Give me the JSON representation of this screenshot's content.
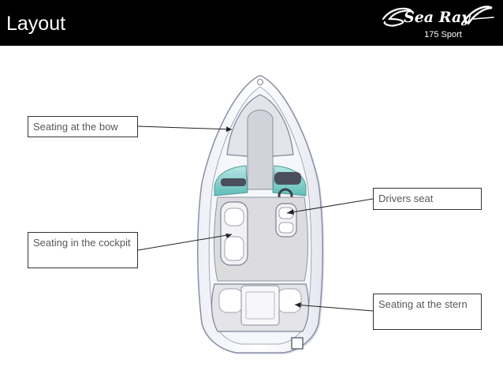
{
  "header": {
    "title": "Layout",
    "logo_text": "Sea Ray",
    "model": "175 Sport"
  },
  "callouts": {
    "bow": "Seating at the bow",
    "cockpit": "Seating in the cockpit",
    "driver": "Drivers seat",
    "stern": "Seating at the stern"
  },
  "colors": {
    "header_bg": "#000000",
    "accent_teal": "#6fc8c4",
    "hull_outline": "#8a8fa3",
    "deck_gray": "#d7d7d7"
  }
}
